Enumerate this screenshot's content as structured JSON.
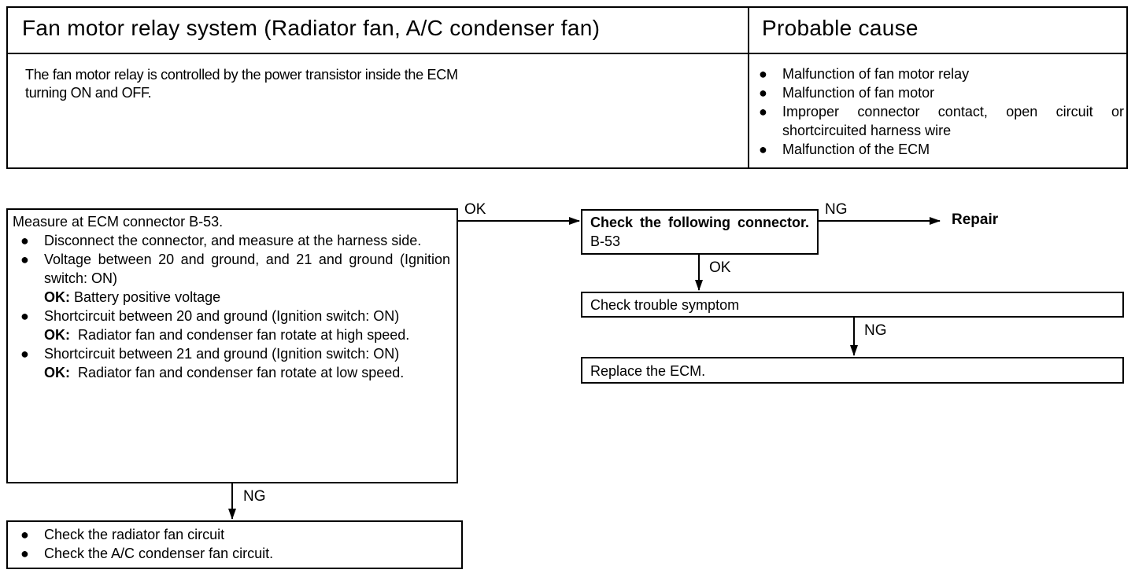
{
  "header": {
    "left_title": "Fan motor relay system (Radiator fan, A/C condenser fan)",
    "right_title": "Probable cause",
    "description_line1": "The fan motor relay is controlled by the power transistor inside the ECM",
    "description_line2": "turning ON and OFF.",
    "bullet": "●",
    "causes": [
      "Malfunction of fan motor relay",
      "Malfunction of fan motor",
      "Improper connector contact, open circuit or shortcircuited harness wire",
      "Malfunction of the ECM"
    ]
  },
  "flow": {
    "measure": {
      "title": "Measure at ECM connector B-53.",
      "item1": "Disconnect the connector, and measure at the harness side.",
      "item2": "Voltage between 20 and ground, and 21 and ground (Ignition switch: ON)",
      "item2_ok_label": "OK:",
      "item2_ok_text": "Battery positive voltage",
      "item3": "Shortcircuit between 20 and ground (Ignition switch: ON)",
      "item3_ok_label": "OK:",
      "item3_ok_text": "Radiator fan and condenser fan rotate at high speed.",
      "item4": "Shortcircuit between 21 and ground (Ignition switch: ON)",
      "item4_ok_label": "OK:",
      "item4_ok_text": "Radiator fan and condenser fan rotate at low speed."
    },
    "check_list": [
      "Check the radiator fan circuit",
      "Check the A/C condenser fan circuit."
    ],
    "connector_check_bold": "Check the following connector.",
    "connector_check_code": "B-53",
    "symptom_check": "Check trouble symptom",
    "replace": "Replace the ECM.",
    "repair": "Repair",
    "labels": {
      "ok_right": "OK",
      "ng_down_left": "NG",
      "ng_right": "NG",
      "ok_down": "OK",
      "ng_down_right": "NG"
    }
  }
}
